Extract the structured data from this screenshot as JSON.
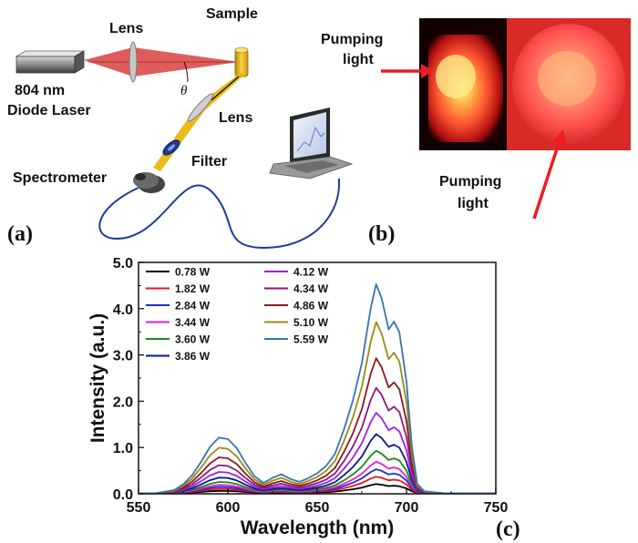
{
  "panel_a": {
    "laser_label_line1": "804 nm",
    "laser_label_line2": "Diode Laser",
    "lens_top_label": "Lens",
    "sample_label": "Sample",
    "theta_label": "θ",
    "lens_bottom_label": "Lens",
    "filter_label": "Filter",
    "spectrometer_label": "Spectrometer",
    "panel_letter": "(a)"
  },
  "panel_b": {
    "pump_label_top_line1": "Pumping",
    "pump_label_top_line2": "light",
    "pump_label_bottom_line1": "Pumping",
    "pump_label_bottom_line2": "light",
    "panel_letter": "(b)"
  },
  "panel_c": {
    "panel_letter": "(c)"
  },
  "colors": {
    "laser_beam": "#d94040",
    "fluorescence_beam": "#e8b400",
    "fiber": "#1f3c99",
    "arrow": "#ee1c24"
  },
  "chart_data": {
    "type": "line",
    "xlabel": "Wavelength (nm)",
    "ylabel": "Intensity (a.u.)",
    "xlim": [
      550,
      750
    ],
    "ylim": [
      0,
      5.0
    ],
    "xticks": [
      "550",
      "600",
      "650",
      "700",
      "750"
    ],
    "yticks": [
      "0.0",
      "1.0",
      "2.0",
      "3.0",
      "4.0",
      "5.0"
    ],
    "grid": false,
    "legend_placement": "top-left",
    "x": [
      550,
      560,
      570,
      575,
      580,
      585,
      590,
      595,
      600,
      605,
      610,
      615,
      620,
      625,
      630,
      635,
      640,
      645,
      650,
      655,
      660,
      665,
      670,
      675,
      680,
      683,
      686,
      690,
      693,
      696,
      700,
      703,
      706,
      710,
      720,
      750
    ],
    "shape": [
      0,
      0.003,
      0.045,
      0.126,
      0.252,
      0.437,
      0.646,
      0.775,
      0.755,
      0.629,
      0.42,
      0.235,
      0.145,
      0.215,
      0.265,
      0.2,
      0.16,
      0.21,
      0.28,
      0.38,
      0.55,
      0.89,
      1.29,
      1.81,
      2.58,
      2.91,
      2.72,
      2.28,
      2.39,
      2.24,
      1.55,
      0.65,
      0.13,
      0.03,
      0.003,
      0
    ],
    "series": [
      {
        "name": "0.78 W",
        "color": "#000000",
        "peak": 0.2
      },
      {
        "name": "1.82 W",
        "color": "#e8141b",
        "peak": 0.36
      },
      {
        "name": "2.84 W",
        "color": "#1a2fd6",
        "peak": 0.52
      },
      {
        "name": "3.44 W",
        "color": "#e81cd8",
        "peak": 0.68
      },
      {
        "name": "3.60 W",
        "color": "#1a8a1a",
        "peak": 0.92
      },
      {
        "name": "3.86 W",
        "color": "#0d1a80",
        "peak": 1.28
      },
      {
        "name": "4.12 W",
        "color": "#a020f0",
        "peak": 1.74
      },
      {
        "name": "4.34 W",
        "color": "#8b1a7a",
        "peak": 2.28
      },
      {
        "name": "4.86 W",
        "color": "#8b1a1a",
        "peak": 2.92
      },
      {
        "name": "5.10 W",
        "color": "#9a8a14",
        "peak": 3.7
      },
      {
        "name": "5.59 W",
        "color": "#3a73b0",
        "peak": 4.52
      }
    ]
  }
}
